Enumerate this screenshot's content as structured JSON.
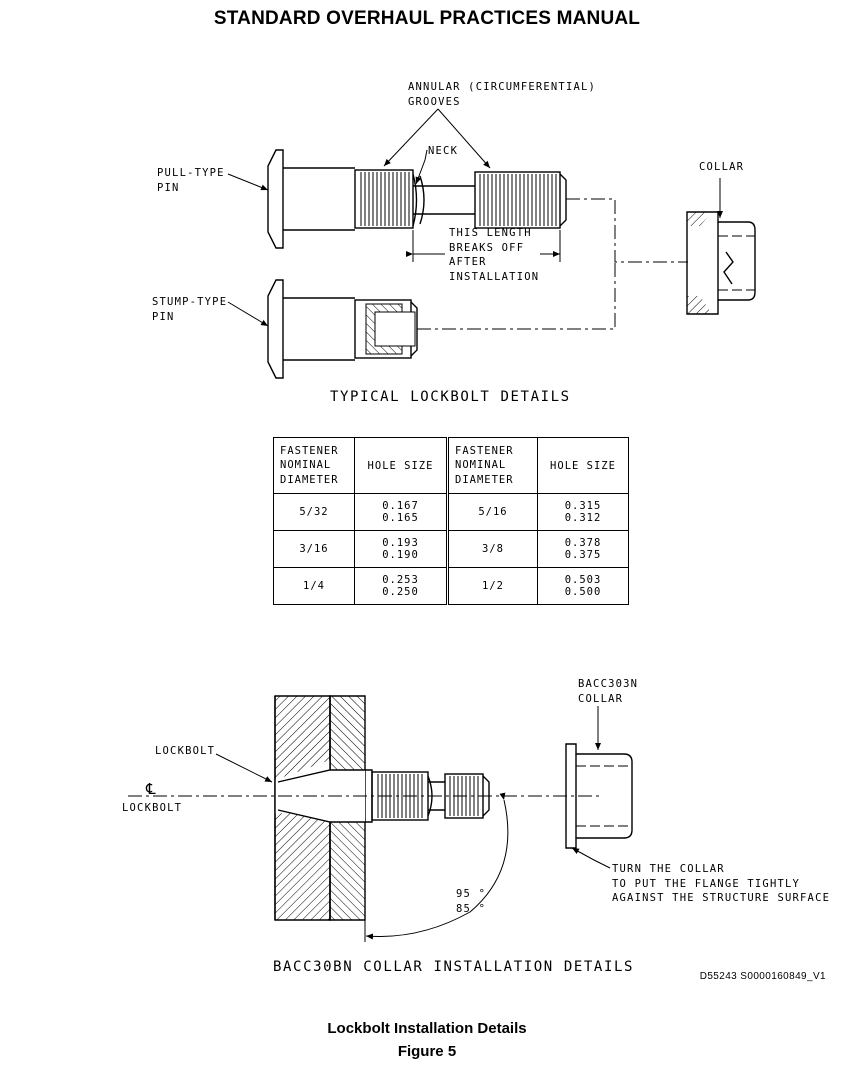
{
  "header": {
    "title": "STANDARD OVERHAUL PRACTICES MANUAL"
  },
  "top_diagram": {
    "label_grooves_line1": "ANNULAR (CIRCUMFERENTIAL)",
    "label_grooves_line2": "GROOVES",
    "label_neck": "NECK",
    "label_pull_line1": "PULL-TYPE",
    "label_pull_line2": "PIN",
    "label_collar": "COLLAR",
    "label_breaks_line1": "THIS LENGTH",
    "label_breaks_line2": "BREAKS OFF",
    "label_breaks_line3": "AFTER",
    "label_breaks_line4": "INSTALLATION",
    "label_stump_line1": "STUMP-TYPE",
    "label_stump_line2": "PIN",
    "heading": "TYPICAL LOCKBOLT DETAILS"
  },
  "table": {
    "header": {
      "col1": [
        "FASTENER",
        "NOMINAL",
        "DIAMETER"
      ],
      "col2": "HOLE SIZE",
      "col3": [
        "FASTENER",
        "NOMINAL",
        "DIAMETER"
      ],
      "col4": "HOLE SIZE"
    },
    "rows": [
      {
        "dia_a": "5/32",
        "hole_a": [
          "0.167",
          "0.165"
        ],
        "dia_b": "5/16",
        "hole_b": [
          "0.315",
          "0.312"
        ]
      },
      {
        "dia_a": "3/16",
        "hole_a": [
          "0.193",
          "0.190"
        ],
        "dia_b": "3/8",
        "hole_b": [
          "0.378",
          "0.375"
        ]
      },
      {
        "dia_a": "1/4",
        "hole_a": [
          "0.253",
          "0.250"
        ],
        "dia_b": "1/2",
        "hole_b": [
          "0.503",
          "0.500"
        ]
      }
    ]
  },
  "bottom_diagram": {
    "label_collar_line1": "BACC303N",
    "label_collar_line2": "COLLAR",
    "label_lockbolt": "LOCKBOLT",
    "label_cl_symbol": "℄",
    "label_cl_text": "LOCKBOLT",
    "label_turn_line1": "TURN THE COLLAR",
    "label_turn_line2": "TO PUT THE FLANGE TIGHTLY",
    "label_turn_line3": "AGAINST THE STRUCTURE SURFACE",
    "angle_max": "95 °",
    "angle_min": "85 °",
    "heading": "BACC30BN COLLAR INSTALLATION DETAILS"
  },
  "reference_code": "D55243 S0000160849_V1",
  "caption": {
    "line1": "Lockbolt Installation Details",
    "line2": "Figure 5"
  }
}
